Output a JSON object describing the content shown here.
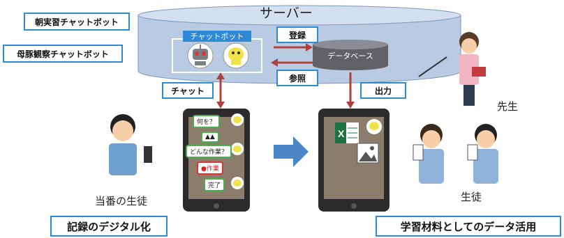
{
  "server": {
    "title": "サーバー"
  },
  "bots": {
    "morning": "朝実習チャットボット",
    "observation": "母豚観察チャットボット",
    "inner": "チャットボット"
  },
  "database": {
    "label": "データベース"
  },
  "flows": {
    "register": "登録",
    "reference": "参照",
    "chat": "チャット",
    "output": "出力"
  },
  "people": {
    "teacher": "先生",
    "students": "生徒",
    "duty_student": "当番の生徒"
  },
  "chat_phone": {
    "messages": [
      {
        "text": "何を？",
        "side": "left",
        "style": "normal"
      },
      {
        "text": "▲▲",
        "side": "right",
        "style": "normal"
      },
      {
        "text": "どんな作業？",
        "side": "left",
        "style": "normal"
      },
      {
        "text": "●作業",
        "side": "right",
        "style": "red"
      },
      {
        "text": "完了",
        "side": "left",
        "style": "normal"
      }
    ]
  },
  "banners": {
    "left": "記録のデジタル化",
    "right": "学習材料としてのデータ活用"
  },
  "colors": {
    "server_fill": "#b9cbe3",
    "accent_blue": "#2f8ad6",
    "arrow_red": "#b0403e",
    "arrow_blue": "#4a86c8",
    "db_fill": "#5f6166",
    "bubble_green": "#4bb04b"
  }
}
